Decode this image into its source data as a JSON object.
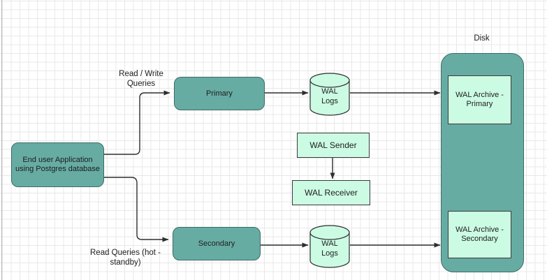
{
  "diagram": {
    "title_label": "Disk",
    "nodes": {
      "end_user_app": "End user Application\nusing Postgres database",
      "primary": "Primary",
      "secondary": "Secondary",
      "wal_logs_primary": "WAL\nLogs",
      "wal_logs_secondary": "WAL\nLogs",
      "wal_sender": "WAL Sender",
      "wal_receiver": "WAL Receiver",
      "wal_archive_primary": "WAL Archive -\nPrimary",
      "wal_archive_secondary": "WAL Archive -\nSecondary"
    },
    "edge_labels": {
      "read_write_queries": "Read / Write\nQueries",
      "read_queries": "Read Queries (hot -\nstandby)"
    },
    "colors": {
      "teal_fill": "#67aca3",
      "teal_stroke": "#3c6b66",
      "mint_fill": "#ccfbe4",
      "mint_stroke": "#3a3a3a",
      "connector": "#3a3a3a",
      "text": "#1d1d1d",
      "grid_minor": "#e8e8e8",
      "grid_major": "#d0d0d0",
      "canvas_bg": "#ffffff"
    }
  }
}
